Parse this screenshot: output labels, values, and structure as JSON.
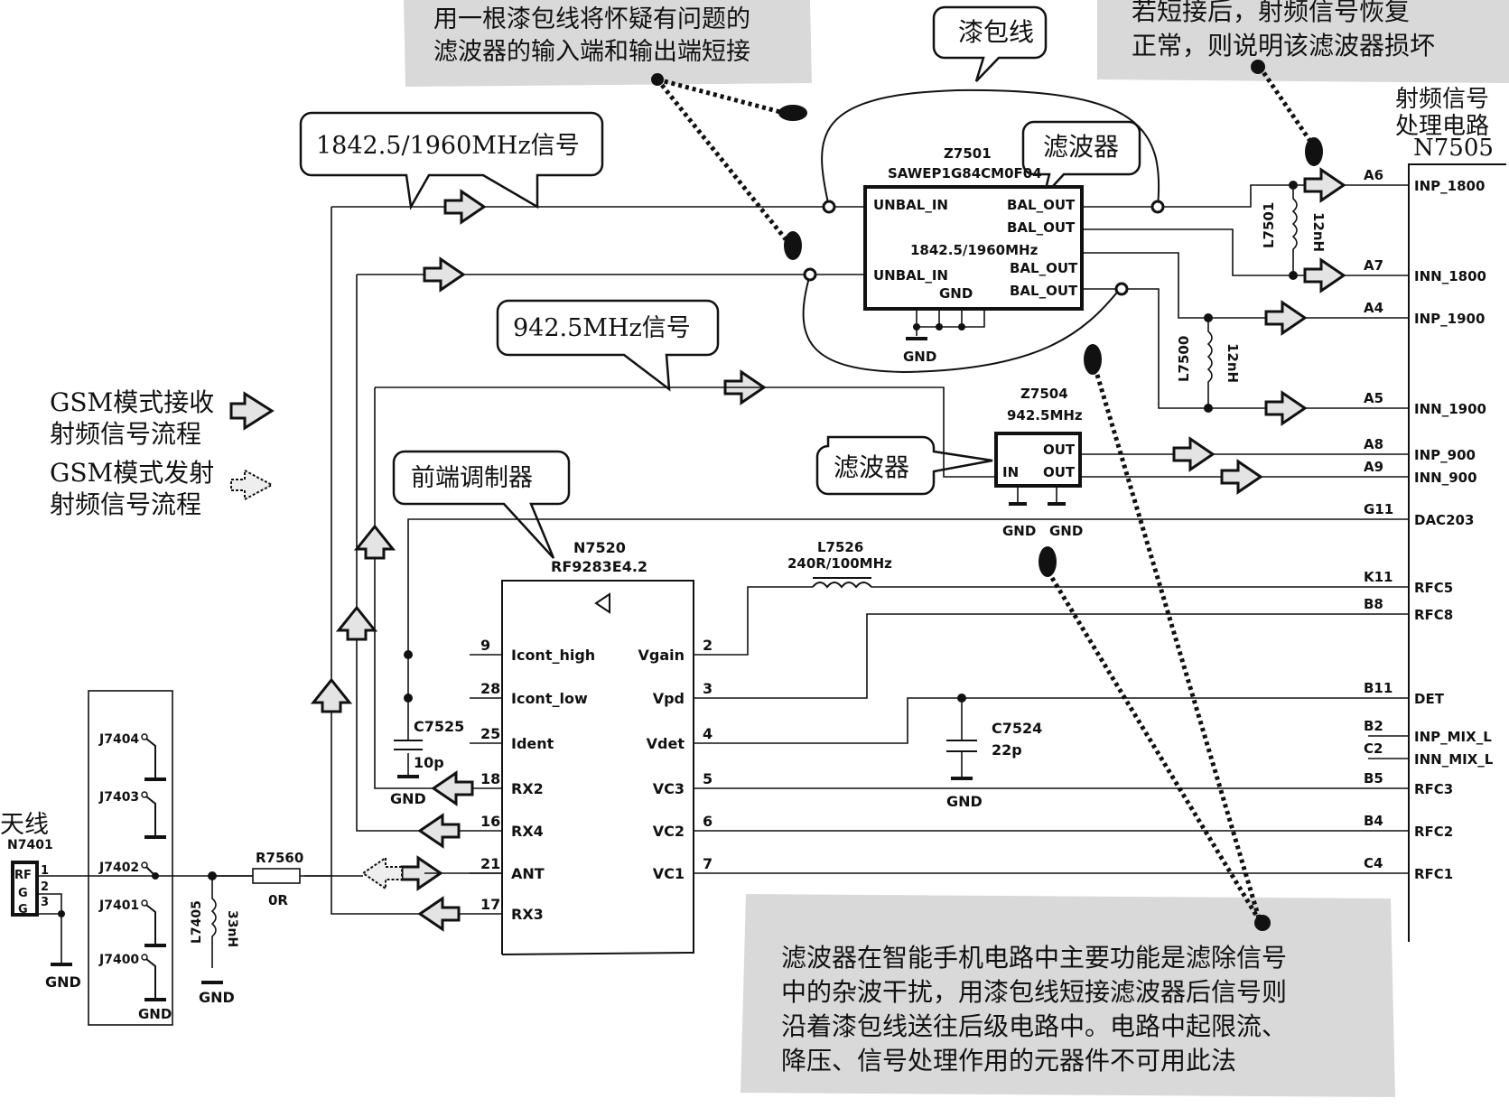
{
  "notes": {
    "top_left": [
      "用一根漆包线将怀疑有问题的",
      "滤波器的输入端和输出端短接"
    ],
    "top_right": [
      "若短接后，射频信号恢复",
      "正常，则说明该滤波器损坏"
    ],
    "bottom": [
      "滤波器在智能手机电路中主要功能是滤除信号",
      "中的杂波干扰，用漆包线短接滤波器后信号则",
      "沿着漆包线送往后级电路中。电路中起限流、",
      "降压、信号处理作用的元器件不可用此法"
    ]
  },
  "bubbles": {
    "enameled_wire": "漆包线",
    "filter_top": "滤波器",
    "filter_mid": "滤波器",
    "signal_1842": "1842.5/1960MHz信号",
    "signal_942": "942.5MHz信号",
    "front_modulator": "前端调制器"
  },
  "legend": {
    "rx": [
      "GSM模式接收",
      "射频信号流程"
    ],
    "tx": [
      "GSM模式发射",
      "射频信号流程"
    ]
  },
  "rf_processor": {
    "title": [
      "射频信号",
      "处理电路"
    ],
    "ref": "N7505",
    "pins": [
      {
        "ball": "A6",
        "name": "INP_1800"
      },
      {
        "ball": "A7",
        "name": "INN_1800"
      },
      {
        "ball": "A4",
        "name": "INP_1900"
      },
      {
        "ball": "A5",
        "name": "INN_1900"
      },
      {
        "ball": "A8",
        "name": "INP_900"
      },
      {
        "ball": "A9",
        "name": "INN_900"
      },
      {
        "ball": "G11",
        "name": "DAC203"
      },
      {
        "ball": "K11",
        "name": "RFC5"
      },
      {
        "ball": "B8",
        "name": "RFC8"
      },
      {
        "ball": "B11",
        "name": "DET"
      },
      {
        "ball": "B2",
        "name": "INP_MIX_L"
      },
      {
        "ball": "C2",
        "name": "INN_MIX_L"
      },
      {
        "ball": "B5",
        "name": "RFC3"
      },
      {
        "ball": "B4",
        "name": "RFC2"
      },
      {
        "ball": "C4",
        "name": "RFC1"
      }
    ]
  },
  "z7501": {
    "ref": "Z7501",
    "part": "SAWEP1G84CM0F04",
    "freq": "1842.5/1960MHz",
    "pins_left": [
      "UNBAL_IN",
      "UNBAL_IN"
    ],
    "pins_right": [
      "BAL_OUT",
      "BAL_OUT",
      "BAL_OUT",
      "BAL_OUT"
    ],
    "gnd_pin": "GND",
    "gnd_label": "GND"
  },
  "z7504": {
    "ref": "Z7504",
    "freq": "942.5MHz",
    "pin_in": "IN",
    "pins_out": [
      "OUT",
      "OUT"
    ],
    "gnd_labels": [
      "GND",
      "GND"
    ]
  },
  "inductors": {
    "l7501": {
      "ref": "L7501",
      "value": "12nH"
    },
    "l7500": {
      "ref": "L7500",
      "value": "12nH"
    },
    "l7526": {
      "ref": "L7526",
      "value": "240R/100MHz"
    },
    "l7405": {
      "ref": "L7405",
      "value": "33nH"
    }
  },
  "capacitors": {
    "c7525": {
      "ref": "C7525",
      "value": "10p",
      "gnd": "GND"
    },
    "c7524": {
      "ref": "C7524",
      "value": "22p",
      "gnd": "GND"
    }
  },
  "n7520": {
    "ref": "N7520",
    "part": "RF9283E4.2",
    "left_pins": [
      {
        "num": "9",
        "name": "Icont_high"
      },
      {
        "num": "28",
        "name": "Icont_low"
      },
      {
        "num": "25",
        "name": "Ident"
      },
      {
        "num": "18",
        "name": "RX2"
      },
      {
        "num": "16",
        "name": "RX4"
      },
      {
        "num": "21",
        "name": "ANT"
      },
      {
        "num": "17",
        "name": "RX3"
      }
    ],
    "right_pins": [
      {
        "num": "2",
        "name": "Vgain"
      },
      {
        "num": "3",
        "name": "Vpd"
      },
      {
        "num": "4",
        "name": "Vdet"
      },
      {
        "num": "5",
        "name": "VC3"
      },
      {
        "num": "6",
        "name": "VC2"
      },
      {
        "num": "7",
        "name": "VC1"
      }
    ]
  },
  "antenna": {
    "title": "天线",
    "ref": "N7401",
    "pins": [
      "RF",
      "G",
      "G"
    ],
    "pin_nums": [
      "1",
      "2",
      "3"
    ],
    "gnd": "GND"
  },
  "switch_block": {
    "items": [
      "J7404",
      "J7403",
      "J7402",
      "J7401",
      "J7400"
    ],
    "gnd": "GND"
  },
  "r7560": {
    "ref": "R7560",
    "value": "0R"
  },
  "l7405_gnd": "GND"
}
